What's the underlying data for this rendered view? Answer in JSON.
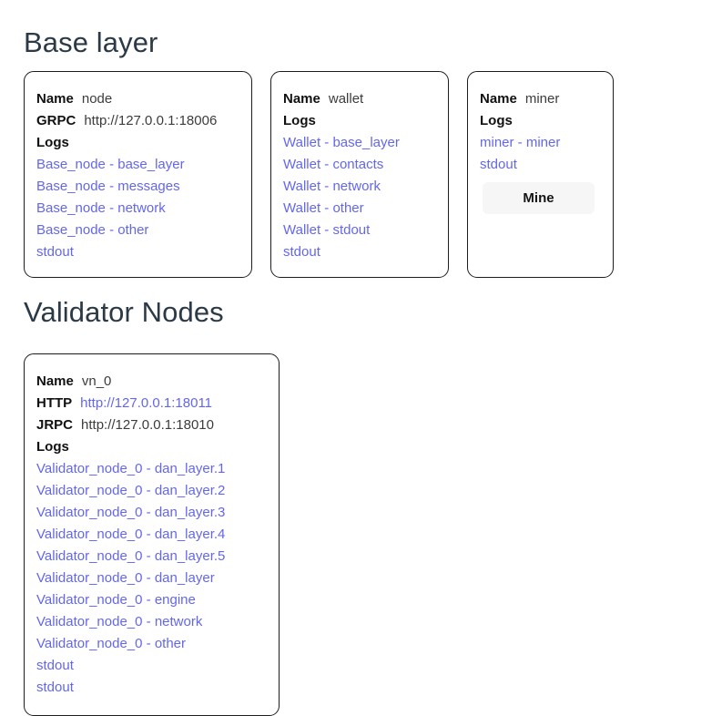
{
  "sections": {
    "base_layer": {
      "heading": "Base layer",
      "cards": [
        {
          "name_label": "Name",
          "name_value": "node",
          "endpoint_label": "GRPC",
          "endpoint_value": "http://127.0.0.1:18006",
          "logs_label": "Logs",
          "logs": [
            "Base_node - base_layer",
            "Base_node - messages",
            "Base_node - network",
            "Base_node - other",
            "stdout"
          ]
        },
        {
          "name_label": "Name",
          "name_value": "wallet",
          "logs_label": "Logs",
          "logs": [
            "Wallet - base_layer",
            "Wallet - contacts",
            "Wallet - network",
            "Wallet - other",
            "Wallet - stdout",
            "stdout"
          ]
        },
        {
          "name_label": "Name",
          "name_value": "miner",
          "logs_label": "Logs",
          "logs": [
            "miner - miner",
            "stdout"
          ],
          "mine_button_label": "Mine"
        }
      ]
    },
    "validator_nodes": {
      "heading": "Validator Nodes",
      "cards": [
        {
          "name_label": "Name",
          "name_value": "vn_0",
          "http_label": "HTTP",
          "http_value": "http://127.0.0.1:18011",
          "jrpc_label": "JRPC",
          "jrpc_value": "http://127.0.0.1:18010",
          "logs_label": "Logs",
          "logs": [
            "Validator_node_0 - dan_layer.1",
            "Validator_node_0 - dan_layer.2",
            "Validator_node_0 - dan_layer.3",
            "Validator_node_0 - dan_layer.4",
            "Validator_node_0 - dan_layer.5",
            "Validator_node_0 - dan_layer",
            "Validator_node_0 - engine",
            "Validator_node_0 - network",
            "Validator_node_0 - other",
            "stdout",
            "stdout"
          ]
        }
      ]
    }
  },
  "colors": {
    "link": "#6366f1",
    "heading": "#2b3a46",
    "card_border": "#1c1c1c",
    "button_bg": "#f6f6f6"
  }
}
